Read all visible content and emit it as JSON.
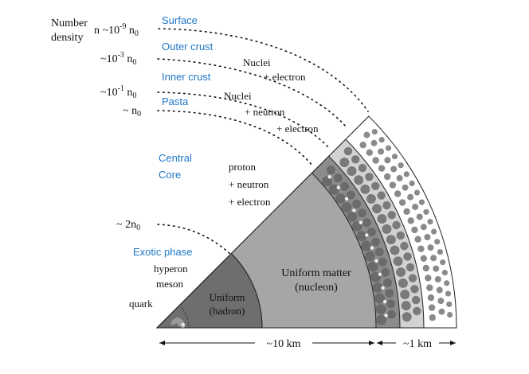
{
  "colors": {
    "label_blue": "#1f77c8",
    "core_hadron": "#6e6e6e",
    "core_nucleon": "#a6a6a6",
    "pasta": "#8c8c8c",
    "inner_crust": "#d2d2d2",
    "outer_crust": "#ffffff",
    "nuclei": "#8a8a8a"
  },
  "left_labels": {
    "number_density_line1": "Number",
    "number_density_line2": "density",
    "n_surface": "n ~10",
    "n_surface_exp": "-9",
    "n_surface_unit": " n",
    "n_surface_sub": "0",
    "n_outer": "~10",
    "n_outer_exp": "-3",
    "n_outer_unit": " n",
    "n_outer_sub": "0",
    "n_inner": "~10",
    "n_inner_exp": "-1",
    "n_inner_unit": " n",
    "n_inner_sub": "0",
    "n_pasta": "~ n",
    "n_pasta_sub": "0",
    "n_core": "~ 2n",
    "n_core_sub": "0"
  },
  "layer_labels": {
    "surface": "Surface",
    "outer_crust": "Outer crust",
    "inner_crust": "Inner crust",
    "pasta": "Pasta",
    "central_core_line1": "Central",
    "central_core_line2": "Core",
    "exotic_phase": "Exotic phase"
  },
  "composition": {
    "outer_nuclei": "Nuclei",
    "outer_electron": "+ electron",
    "inner_nuclei": "Nuclei",
    "inner_neutron": "+ neutron",
    "inner_electron": "+ electron",
    "core_proton": "proton",
    "core_neutron": "+ neutron",
    "core_electron": "+ electron",
    "exotic_hyperon": "hyperon",
    "exotic_meson": "meson",
    "exotic_quark": "quark"
  },
  "regions": {
    "uniform_matter_line1": "Uniform matter",
    "uniform_matter_line2": "(nucleon)",
    "uniform_hadron_line1": "Uniform",
    "uniform_hadron_line2": "(hadron)"
  },
  "scale": {
    "core_size": "~10 km",
    "crust_size": "~1 km"
  }
}
